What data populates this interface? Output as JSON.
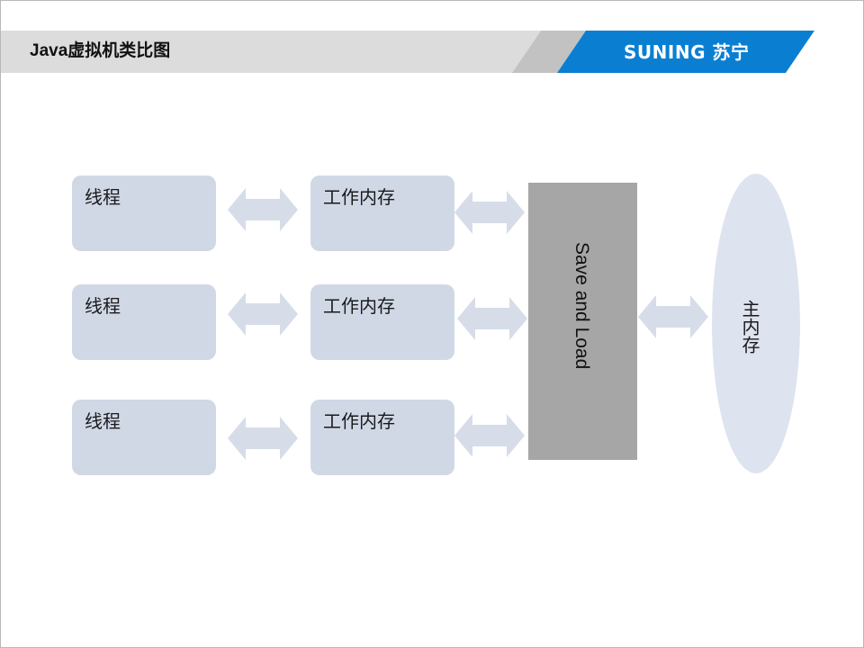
{
  "header": {
    "title": "Java虚拟机类比图",
    "brand": "SUNING 苏宁"
  },
  "diagram": {
    "threads": [
      "线程",
      "线程",
      "线程"
    ],
    "work_memories": [
      "工作内存",
      "工作内存",
      "工作内存"
    ],
    "save_load": "Save and Load",
    "main_memory": "主内存"
  },
  "colors": {
    "header_band": "#dcdcdc",
    "header_stripe": "#c2c2c2",
    "brand_blue": "#0a7fd2",
    "box_fill": "#d0d8e6",
    "arrow_fill": "#d6dde9",
    "save_load_fill": "#a6a6a6",
    "main_memory_fill": "#dde3ef"
  }
}
